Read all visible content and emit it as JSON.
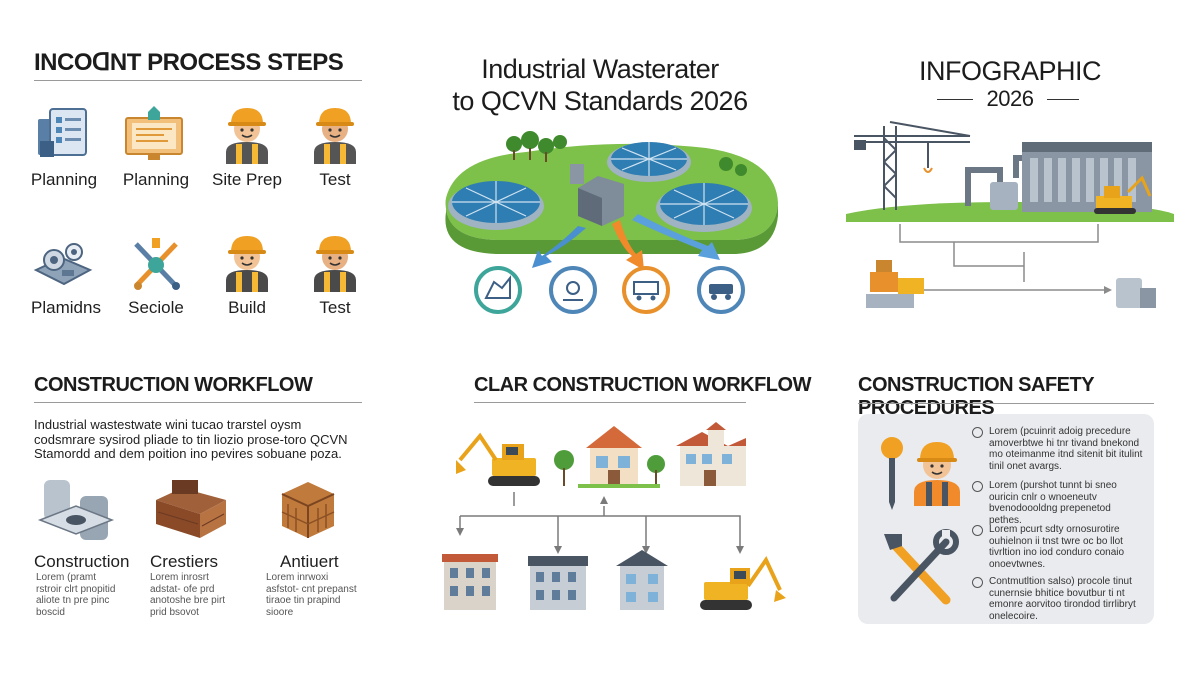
{
  "panel_steps": {
    "title": "INCOᗡNT PROCESS STEPS",
    "items": [
      {
        "label": "Planning",
        "icon": "clipboard-icon"
      },
      {
        "label": "Planning",
        "icon": "blueprint-monitor-icon"
      },
      {
        "label": "Site Prep",
        "icon": "worker-icon"
      },
      {
        "label": "Test",
        "icon": "worker-icon"
      },
      {
        "label": "Plamidns",
        "icon": "gears-icon"
      },
      {
        "label": "Seciole",
        "icon": "tools-icon"
      },
      {
        "label": "Build",
        "icon": "worker-icon"
      },
      {
        "label": "Test",
        "icon": "worker-icon"
      }
    ]
  },
  "panel_center": {
    "title_line1": "Industrial Wasterater",
    "title_line2": "to QCVN Standards 2026"
  },
  "panel_infographic": {
    "title": "INFOGRAPHIC",
    "subtitle": "2026"
  },
  "panel_workflow": {
    "title": "CONSTRUCTION WORKFLOW",
    "paragraph": "Industrial wastestwate wini tucao trarstel oysm codsmrare sysirod pliade to tin liozio prose-toro QCVN Stamordd and dem poition ino pevires sobuane poza.",
    "items": [
      {
        "title": "Construction",
        "text": "Lorem (pramt rstroir clrt pnopitid aliote tn pre pinc boscid"
      },
      {
        "title": "Crestiers",
        "text": "Lorem inrosrt adstat- ofe prd anotoshe bre pirt prid bsovot"
      },
      {
        "title": "Antiuert",
        "text": "Lorem inrwoxi asfstot- cnt prepanst tiraoe tin prapind sioore"
      }
    ]
  },
  "panel_clar": {
    "title": "CLAR CONSTRUCTION WORKFLOW"
  },
  "panel_safety": {
    "title": "CONSTRUCTION SAFETY PROCEDURES",
    "items": [
      {
        "text": "Lorem (pcuinrit adoig precedure amoverbtwe hi tnr tivand bnekond mo oteimanme itnd sitenit bit itulint tinil onet avargs."
      },
      {
        "text": "Lorem (purshot tunnt bi sneo ouricin cnlr o wnoeneutv bvenodoooldng prepenetod pethes."
      },
      {
        "text": "Lorem pcurt sdty ornosurotire ouhielnon ii tnst twre oc bo llot tivrltion ino iod conduro conaio onoevtwnes."
      },
      {
        "text": "Contmutltion salso) procole tinut cunernsie bhitice bovutbur ti nt emonre aorvitoo tirondod tirrlibryt onelecoire."
      }
    ]
  },
  "colors": {
    "blue": "#4f86b8",
    "orange": "#e8912c",
    "green": "#6cb33f",
    "teal": "#3ea59a",
    "gray_panel": "#e9ebee"
  }
}
